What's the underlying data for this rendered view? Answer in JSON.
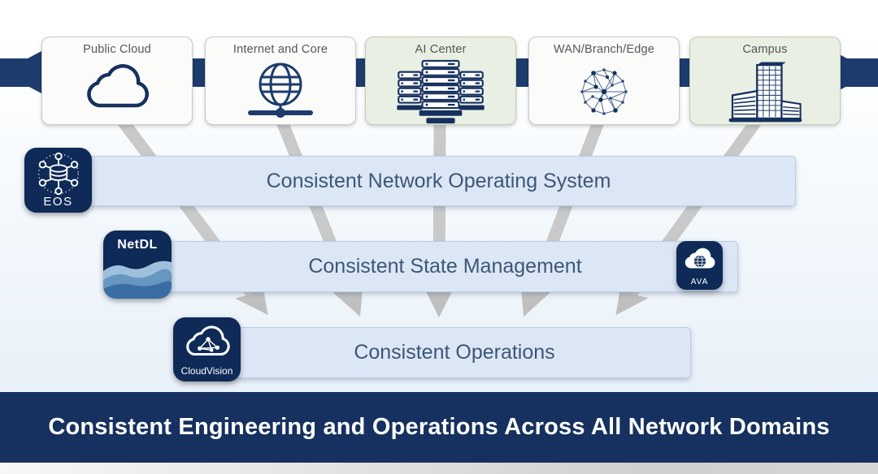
{
  "palette": {
    "band_navy": "#1d3c6d",
    "banner_navy": "#16315f",
    "badge_navy": "#0f2a57",
    "bar_background": "#dce7f6",
    "bar_text": "#3e5676",
    "green_card_background": "#e9efe2",
    "icon_navy": "#16315f",
    "connector_gray": "#c9c9c9"
  },
  "domains": [
    {
      "label": "Public Cloud",
      "icon": "cloud-icon",
      "variant": "white"
    },
    {
      "label": "Internet and Core",
      "icon": "globe-network-icon",
      "variant": "white"
    },
    {
      "label": "AI Center",
      "icon": "server-racks-icon",
      "variant": "green"
    },
    {
      "label": "WAN/Branch/Edge",
      "icon": "mesh-network-icon",
      "variant": "white"
    },
    {
      "label": "Campus",
      "icon": "campus-buildings-icon",
      "variant": "green"
    }
  ],
  "layers": [
    {
      "label": "Consistent Network Operating System"
    },
    {
      "label": "Consistent State Management"
    },
    {
      "label": "Consistent Operations"
    }
  ],
  "badges": {
    "eos": {
      "label": "EOS"
    },
    "netdl": {
      "label": "NetDL"
    },
    "ava": {
      "label": "AVA"
    },
    "cloudvision": {
      "label": "CloudVision"
    }
  },
  "banner": {
    "label": "Consistent Engineering and Operations Across All Network Domains"
  }
}
